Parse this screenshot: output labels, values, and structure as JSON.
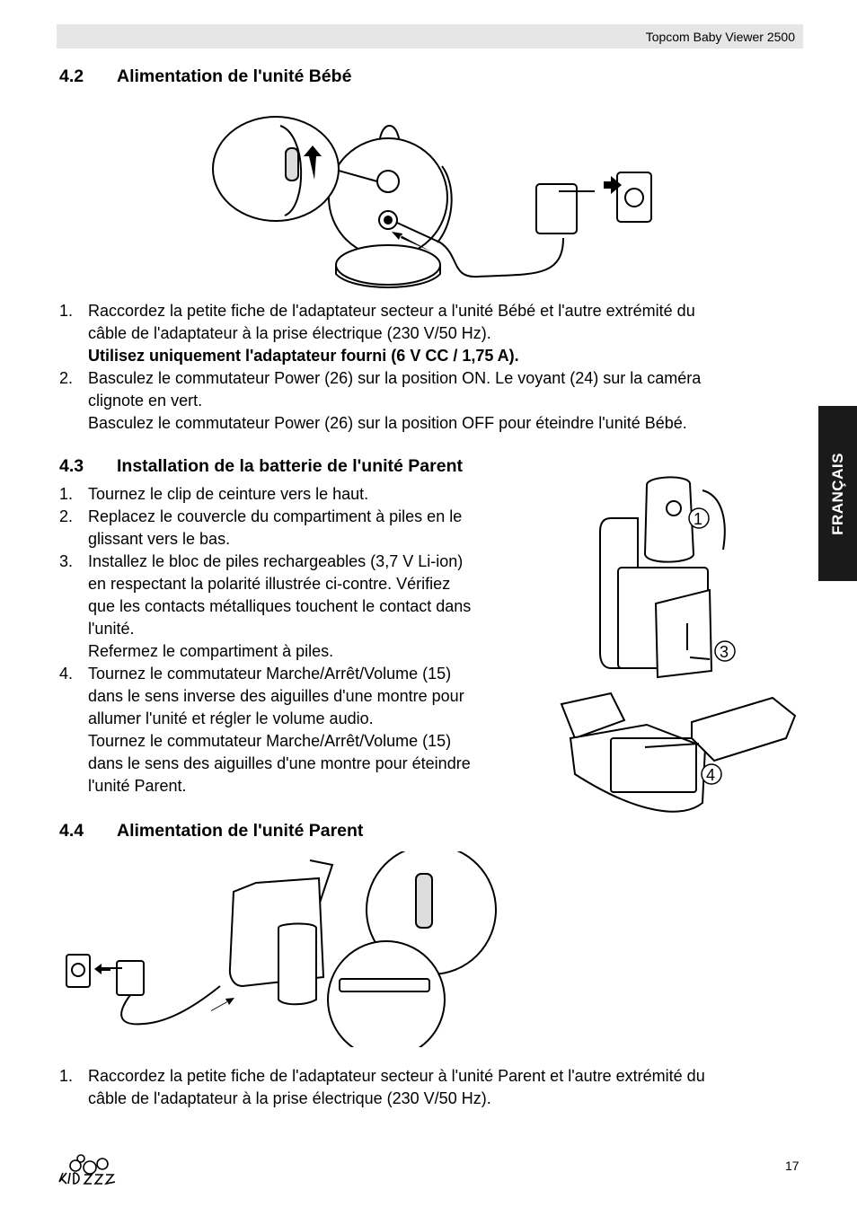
{
  "header": {
    "title": "Topcom Baby Viewer 2500"
  },
  "side_tab": {
    "label": "FRANÇAIS"
  },
  "sections": [
    {
      "number": "4.2",
      "title": "Alimentation de l'unité Bébé",
      "items": [
        {
          "n": "1.",
          "lines": [
            "Raccordez la petite fiche de l'adaptateur secteur a l'unité Bébé et l'autre extrémité du",
            "câble de l'adaptateur à la prise électrique (230 V/50 Hz)."
          ],
          "bold_line": "Utilisez uniquement l'adaptateur fourni (6 V CC / 1,75 A)."
        },
        {
          "n": "2.",
          "lines": [
            "Basculez le commutateur Power (26) sur la position ON. Le voyant (24) sur la caméra",
            "clignote en vert.",
            "Basculez le commutateur Power (26) sur la position OFF pour éteindre l'unité Bébé."
          ]
        }
      ]
    },
    {
      "number": "4.3",
      "title": "Installation de la batterie de l'unité Parent",
      "items": [
        {
          "n": "1.",
          "lines": [
            "Tournez le clip de ceinture vers le haut."
          ]
        },
        {
          "n": "2.",
          "lines": [
            "Replacez le couvercle du compartiment à piles en le",
            "glissant vers le bas."
          ]
        },
        {
          "n": "3.",
          "lines": [
            "Installez le bloc de piles rechargeables (3,7 V Li-ion)",
            "en respectant la polarité illustrée ci-contre. Vérifiez",
            "que les contacts métalliques touchent le contact dans",
            "l'unité.",
            "Refermez le compartiment à piles."
          ]
        },
        {
          "n": "4.",
          "lines": [
            "Tournez le commutateur Marche/Arrêt/Volume (15)",
            "dans le sens inverse des aiguilles d'une montre pour",
            "allumer l'unité et régler le volume audio.",
            "Tournez le commutateur Marche/Arrêt/Volume (15)",
            "dans le sens des aiguilles d'une montre pour éteindre",
            "l'unité Parent."
          ]
        }
      ],
      "figure_callouts": [
        "1",
        "3",
        "4"
      ]
    },
    {
      "number": "4.4",
      "title": "Alimentation de l'unité Parent",
      "items": [
        {
          "n": "1.",
          "lines": [
            "Raccordez la petite fiche de l'adaptateur secteur à l'unité Parent et l'autre extrémité du",
            "câble de l'adaptateur à la prise électrique (230 V/50 Hz)."
          ]
        }
      ]
    }
  ],
  "footer": {
    "page_number": "17",
    "logo_text": "KIDZZZ"
  }
}
